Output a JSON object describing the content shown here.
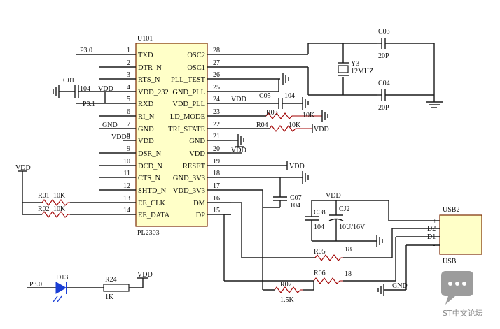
{
  "ic": {
    "ref": "U101",
    "part": "PL2303",
    "left_pins": [
      {
        "num": "1",
        "name": "TXD",
        "net": "P3.0"
      },
      {
        "num": "2",
        "name": "DTR_N",
        "net": ""
      },
      {
        "num": "3",
        "name": "RTS_N",
        "net": ""
      },
      {
        "num": "4",
        "name": "VDD_232",
        "net": "VDD"
      },
      {
        "num": "5",
        "name": "RXD",
        "net": "P3.1"
      },
      {
        "num": "6",
        "name": "RI_N",
        "net": ""
      },
      {
        "num": "7",
        "name": "GND",
        "net": "GND"
      },
      {
        "num": "8",
        "name": "VDD",
        "net": "VDD"
      },
      {
        "num": "9",
        "name": "DSR_N",
        "net": ""
      },
      {
        "num": "10",
        "name": "DCD_N",
        "net": ""
      },
      {
        "num": "11",
        "name": "CTS_N",
        "net": ""
      },
      {
        "num": "12",
        "name": "SHTD_N",
        "net": ""
      },
      {
        "num": "13",
        "name": "EE_CLK",
        "net": ""
      },
      {
        "num": "14",
        "name": "EE_DATA",
        "net": ""
      }
    ],
    "right_pins": [
      {
        "num": "28",
        "name": "OSC2"
      },
      {
        "num": "27",
        "name": "OSC1"
      },
      {
        "num": "26",
        "name": "PLL_TEST"
      },
      {
        "num": "25",
        "name": "GND_PLL"
      },
      {
        "num": "24",
        "name": "VDD_PLL"
      },
      {
        "num": "23",
        "name": "LD_MODE"
      },
      {
        "num": "22",
        "name": "TRI_STATE"
      },
      {
        "num": "21",
        "name": "GND"
      },
      {
        "num": "20",
        "name": "VDD"
      },
      {
        "num": "19",
        "name": "RESET"
      },
      {
        "num": "18",
        "name": "GND_3V3"
      },
      {
        "num": "17",
        "name": "VDD_3V3"
      },
      {
        "num": "16",
        "name": "DM"
      },
      {
        "num": "15",
        "name": "DP"
      }
    ]
  },
  "components": {
    "c01": {
      "ref": "C01",
      "value": "104"
    },
    "c03": {
      "ref": "C03",
      "value": "20P"
    },
    "c04": {
      "ref": "C04",
      "value": "20P"
    },
    "c05": {
      "ref": "C05",
      "value": "104"
    },
    "c07": {
      "ref": "C07",
      "value": "104"
    },
    "c08": {
      "ref": "C08",
      "value": "104"
    },
    "cj2": {
      "ref": "CJ2",
      "value": "10U/16V"
    },
    "y3": {
      "ref": "Y3",
      "value": "12MHZ"
    },
    "r01": {
      "ref": "R01",
      "value": "10K"
    },
    "r02": {
      "ref": "R02",
      "value": "10K"
    },
    "r03": {
      "ref": "R03",
      "value": "10K"
    },
    "r04": {
      "ref": "R04",
      "value": "10K"
    },
    "r05": {
      "ref": "R05",
      "value": "18"
    },
    "r06": {
      "ref": "R06",
      "value": "18"
    },
    "r07": {
      "ref": "R07",
      "value": "1.5K"
    },
    "r24": {
      "ref": "R24",
      "value": "1K"
    },
    "d13": {
      "ref": "D13"
    },
    "usb": {
      "ref": "USB2",
      "footer": "USB",
      "pins": [
        "+",
        "D2",
        "D1",
        "-"
      ]
    }
  },
  "nets": {
    "vdd": "VDD",
    "vdd8": "VDD8",
    "gnd": "GND",
    "p30": "P3.0",
    "p31": "P3.1"
  },
  "watermark": "ST中文论坛"
}
